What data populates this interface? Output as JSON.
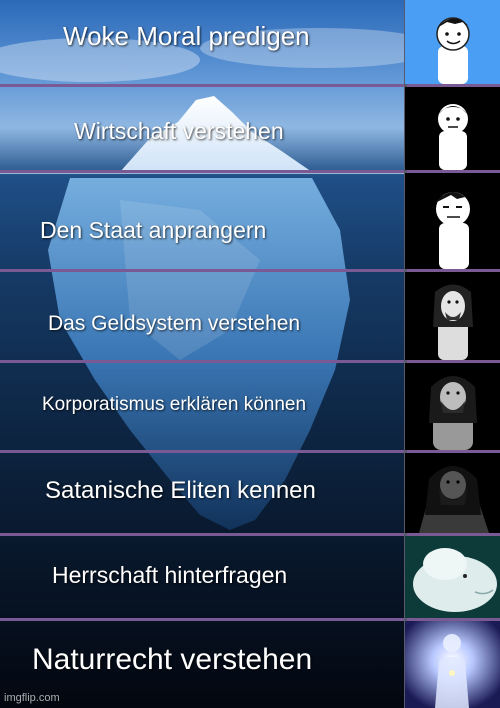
{
  "tiers": [
    {
      "label": "Woke Moral predigen"
    },
    {
      "label": "Wirtschaft verstehen"
    },
    {
      "label": "Den Staat anprangern"
    },
    {
      "label": "Das Geldsystem verstehen"
    },
    {
      "label": "Korporatismus erklären können"
    },
    {
      "label": "Satanische Eliten kennen"
    },
    {
      "label": "Herrschaft hinterfragen"
    },
    {
      "label": "Naturrecht verstehen"
    }
  ],
  "watermark": "imgflip.com",
  "colors": {
    "divider": "#7a5a95",
    "sky": "#2b69b8",
    "deep_water": "#03070f"
  }
}
